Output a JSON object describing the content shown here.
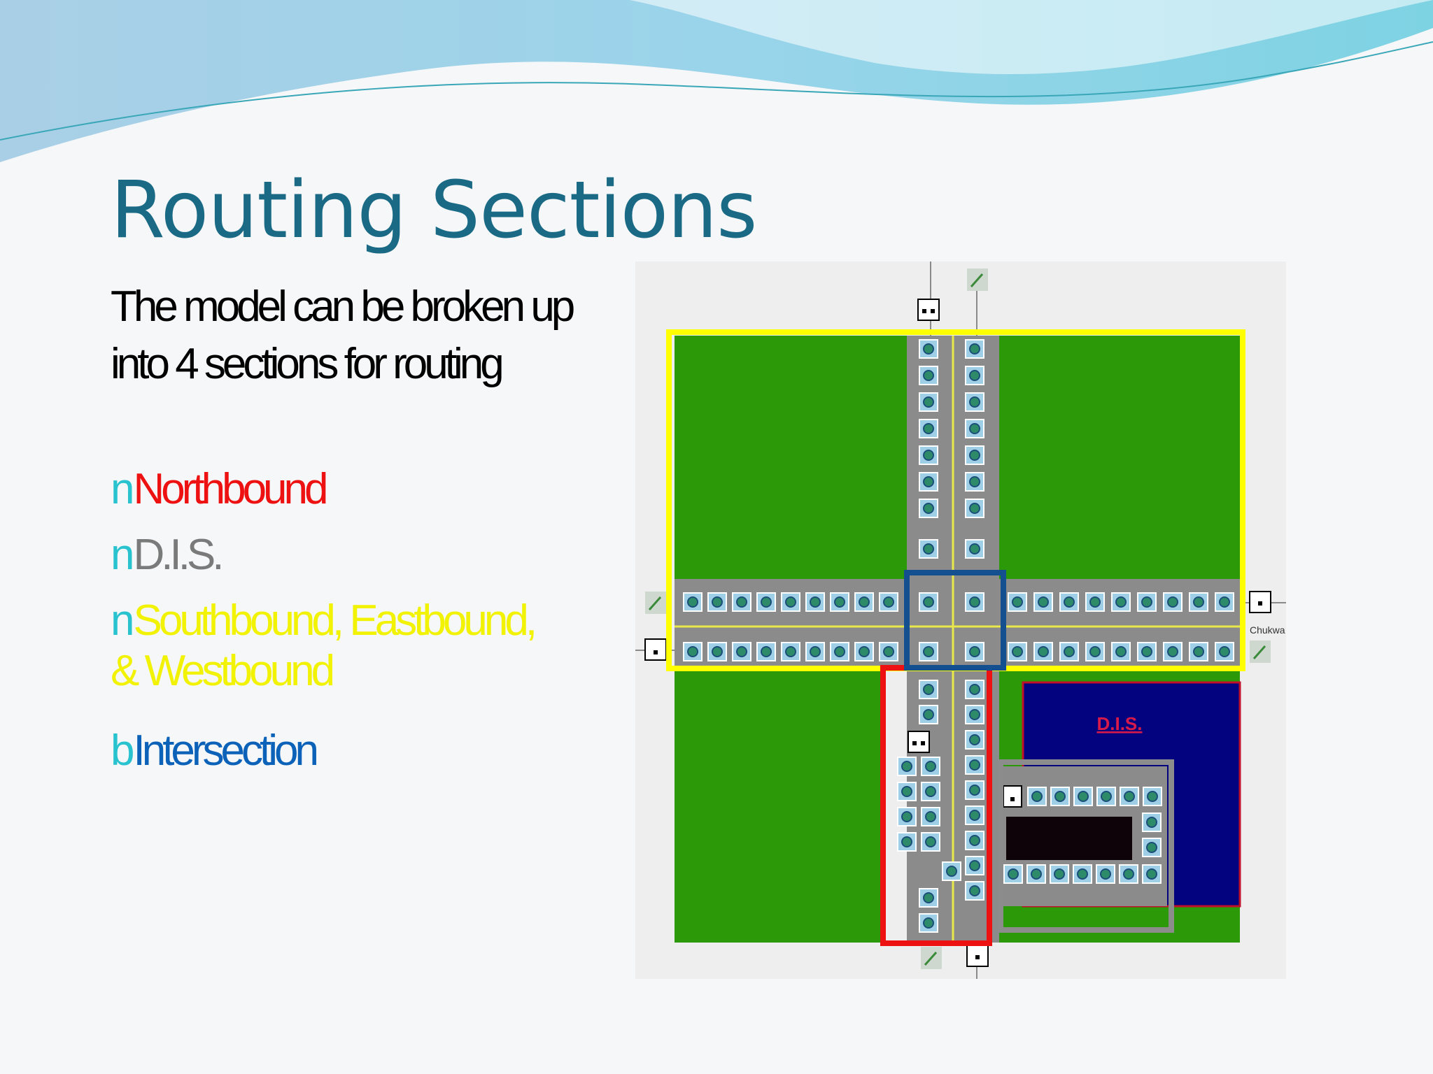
{
  "slide": {
    "title": "Routing Sections",
    "intro": "The model can be broken up into 4 sections for routing",
    "bullets": [
      {
        "marker": "n",
        "text": "Northbound",
        "color": "#ee1111"
      },
      {
        "marker": "n",
        "text": "D.I.S.",
        "color": "#7a7a7a"
      },
      {
        "marker": "n",
        "text_line1": "Southbound, Eastbound,",
        "text_line2": "& Westbound",
        "color": "#f2f205"
      },
      {
        "marker": "b",
        "text": "Intersection",
        "color": "#0c62b8"
      }
    ]
  },
  "diagram": {
    "dis_label": "D.I.S.",
    "side_label": "Chukwa",
    "colors": {
      "grass": "#2c9a08",
      "road": "#8b8b8b",
      "dis_area": "#03037f",
      "yellow_box": "#ffff00",
      "red_box": "#ee1111",
      "blue_box": "#144f8f",
      "gray_box": "#8c8c8c",
      "black_block": "#0d0308",
      "cell": "#9ecfe6"
    }
  }
}
